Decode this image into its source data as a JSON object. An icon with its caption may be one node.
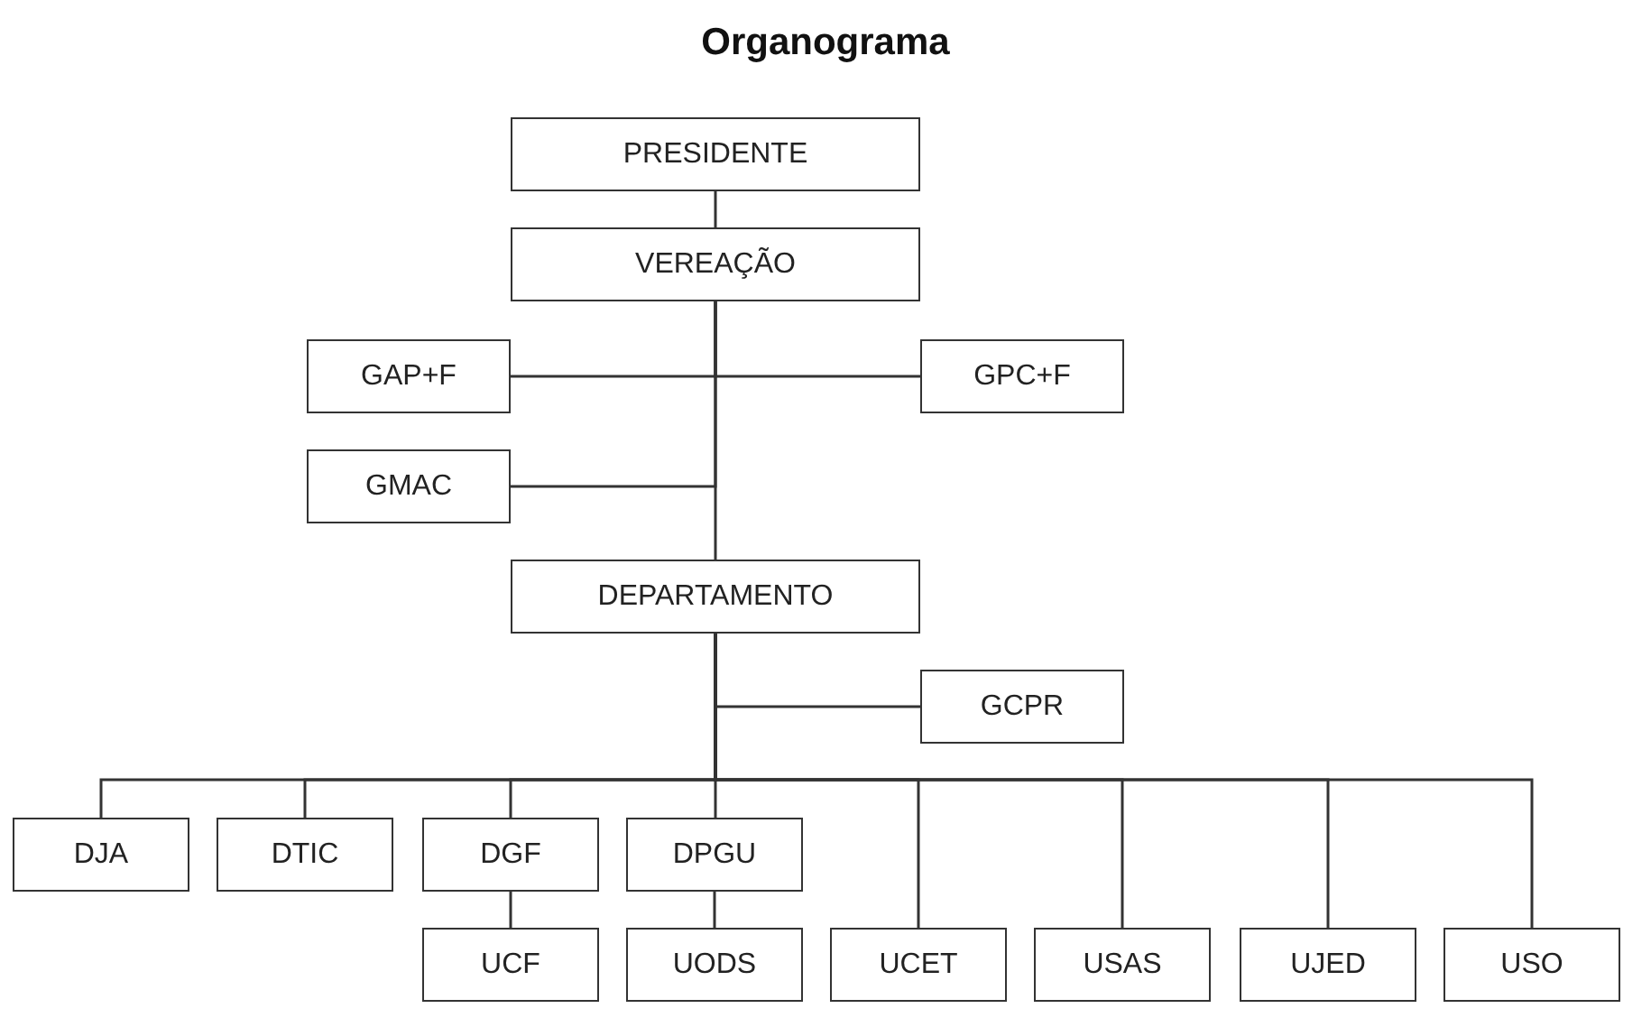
{
  "diagram": {
    "title": "Organograma",
    "nodes": [
      {
        "text": [
          "PRESIDENTE"
        ]
      },
      {
        "text": [
          "VEREAÇÃO"
        ]
      },
      {
        "text": [
          "GAP+F"
        ]
      },
      {
        "text": [
          "GPC+F"
        ]
      },
      {
        "text": [
          "GMAC"
        ]
      },
      {
        "text": [
          "DEPARTAMENTO"
        ]
      },
      {
        "text": [
          "GCPR"
        ]
      },
      {
        "text": [
          "DJA"
        ]
      },
      {
        "text": [
          "DTIC"
        ]
      },
      {
        "text": [
          "DGF"
        ]
      },
      {
        "text": [
          "DPGU"
        ]
      },
      {
        "text": [
          "UCF"
        ]
      },
      {
        "text": [
          "UODS"
        ]
      },
      {
        "text": [
          "UCET"
        ]
      },
      {
        "text": [
          "USAS"
        ]
      },
      {
        "text": [
          "UJED"
        ]
      },
      {
        "text": [
          "USO"
        ]
      }
    ],
    "edges": [
      {
        "from": 0,
        "to": 1,
        "arrow": "none"
      },
      {
        "from": 1,
        "to": 2,
        "arrow": "none"
      },
      {
        "from": 1,
        "to": 3,
        "arrow": "none"
      },
      {
        "from": 1,
        "to": 4,
        "arrow": "none"
      },
      {
        "from": 1,
        "to": 5,
        "arrow": "none"
      },
      {
        "from": 5,
        "to": 6,
        "arrow": "none"
      },
      {
        "from": 5,
        "to": 7,
        "arrow": "none"
      },
      {
        "from": 5,
        "to": 8,
        "arrow": "none"
      },
      {
        "from": 5,
        "to": 9,
        "arrow": "none"
      },
      {
        "from": 5,
        "to": 10,
        "arrow": "none"
      },
      {
        "from": 5,
        "to": 13,
        "arrow": "none"
      },
      {
        "from": 5,
        "to": 14,
        "arrow": "none"
      },
      {
        "from": 5,
        "to": 15,
        "arrow": "none"
      },
      {
        "from": 5,
        "to": 16,
        "arrow": "none"
      },
      {
        "from": 9,
        "to": 11,
        "arrow": "none"
      },
      {
        "from": 10,
        "to": 12,
        "arrow": "none"
      }
    ]
  }
}
